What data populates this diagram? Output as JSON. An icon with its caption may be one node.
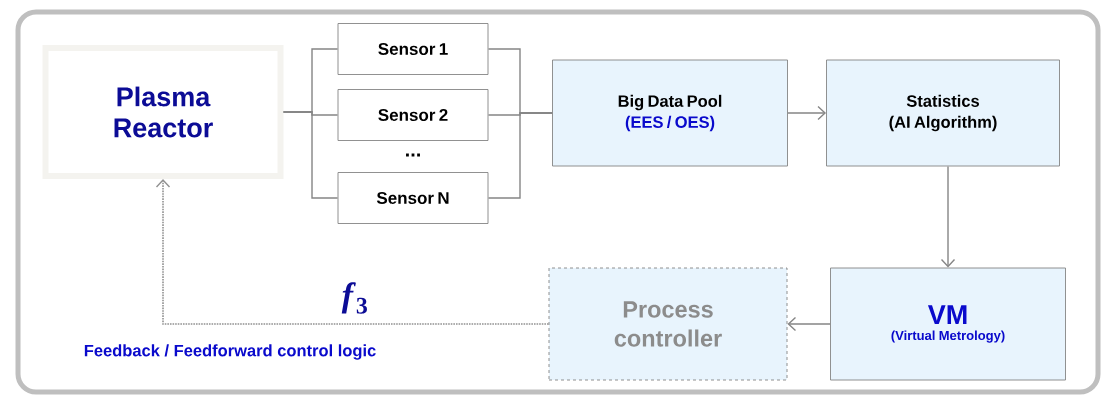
{
  "diagram": {
    "nodes": [
      {
        "text": [
          "Plasma Reactor"
        ]
      },
      {
        "text": [
          "Sensor 1"
        ]
      },
      {
        "text": [
          "Sensor 2"
        ]
      },
      {
        "text": [
          "Sensor N"
        ]
      },
      {
        "text": [
          "Big Data Pool",
          "(EES / OES)"
        ]
      },
      {
        "text": [
          "Statistics",
          "(AI Algorithm)"
        ]
      },
      {
        "text": [
          "VM",
          "(Virtual Metrology)"
        ]
      },
      {
        "text": [
          "Process controller"
        ]
      }
    ],
    "edges": [
      {
        "from": 0,
        "to": 1,
        "arrow": "none"
      },
      {
        "from": 0,
        "to": 2,
        "arrow": "none"
      },
      {
        "from": 0,
        "to": 3,
        "arrow": "none"
      },
      {
        "from": 1,
        "to": 4,
        "arrow": "none"
      },
      {
        "from": 2,
        "to": 4,
        "arrow": "none"
      },
      {
        "from": 3,
        "to": 4,
        "arrow": "none"
      },
      {
        "from": 4,
        "to": 5,
        "arrow": "to"
      },
      {
        "from": 5,
        "to": 6,
        "arrow": "to"
      },
      {
        "from": 6,
        "to": 7,
        "arrow": "to"
      },
      {
        "from": 7,
        "to": 0,
        "arrow": "to",
        "style": "dashed",
        "label": "*f*$_{3}$"
      }
    ],
    "labels": [
      "...",
      "Feedback / Feedforward control logic"
    ]
  }
}
